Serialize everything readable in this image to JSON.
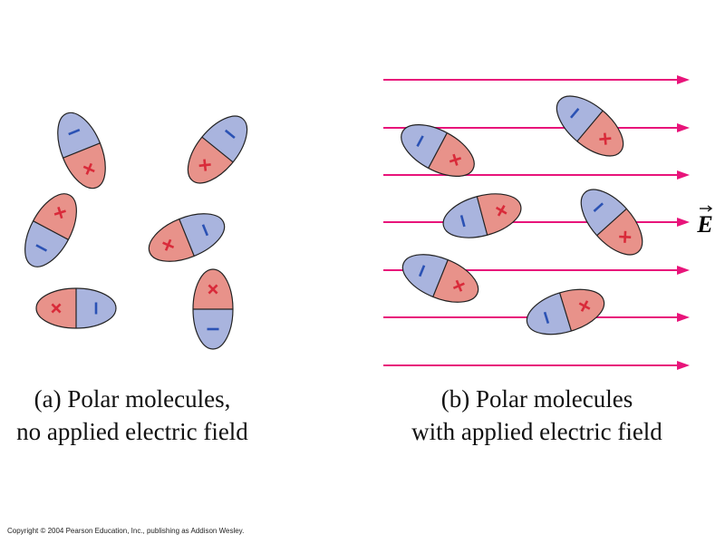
{
  "colors": {
    "field_line": "#e8147a",
    "negative_fill": "#a9b4de",
    "positive_fill": "#e8928a",
    "negative_sign": "#2b52b4",
    "positive_sign": "#d92b3a",
    "outline": "#222222"
  },
  "signs": {
    "negative": "−",
    "positive": "+"
  },
  "field": {
    "label": "E"
  },
  "captions": {
    "a": {
      "line1": "(a) Polar molecules,",
      "line2": "no applied electric field"
    },
    "b": {
      "line1": "(b) Polar molecules",
      "line2": "with applied electric field"
    }
  },
  "copyright": "Copyright © 2004 Pearson Education, Inc., publishing as Addison Wesley."
}
